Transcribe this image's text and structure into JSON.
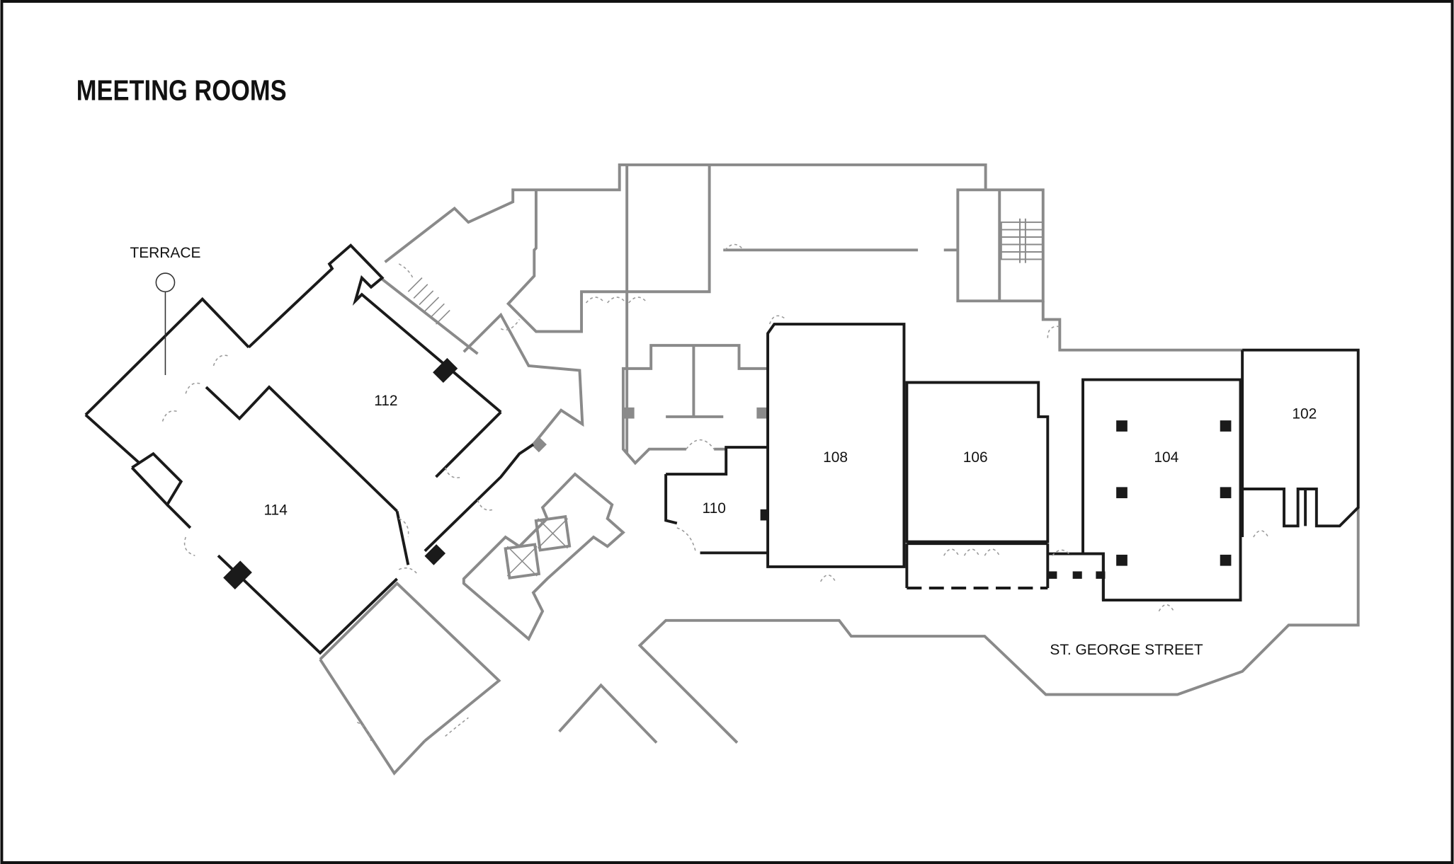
{
  "title": "MEETING ROOMS",
  "colors": {
    "room_outline": "#1a1a1a",
    "building_outline": "#8a8a8a",
    "column": "#1a1a1a"
  },
  "labels": {
    "terrace": "TERRACE",
    "street": "ST. GEORGE STREET"
  },
  "rooms": [
    {
      "id": "102",
      "label": "102"
    },
    {
      "id": "104",
      "label": "104"
    },
    {
      "id": "106",
      "label": "106"
    },
    {
      "id": "108",
      "label": "108"
    },
    {
      "id": "110",
      "label": "110"
    },
    {
      "id": "112",
      "label": "112"
    },
    {
      "id": "114",
      "label": "114"
    }
  ]
}
